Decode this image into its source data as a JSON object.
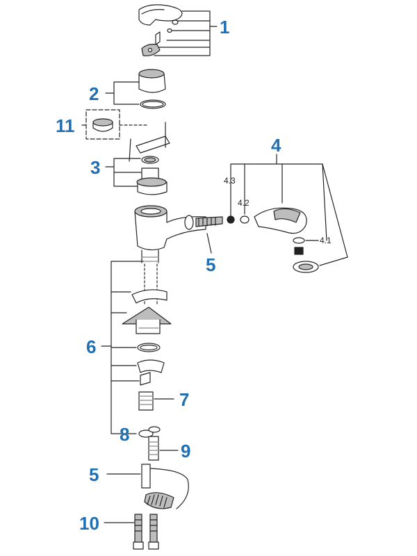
{
  "callouts": {
    "c1": "1",
    "c2": "2",
    "c3": "3",
    "c4": "4",
    "c5_upper": "5",
    "c5_lower": "5",
    "c6": "6",
    "c7": "7",
    "c8": "8",
    "c9": "9",
    "c10": "10",
    "c11": "11"
  },
  "sublabels": {
    "s41": "4.1",
    "s42": "4.2",
    "s43": "4.3"
  },
  "colors": {
    "callout": "#1f6fb2",
    "line": "#222222",
    "part_fill": "#ffffff",
    "part_shade": "#bdbdbd"
  }
}
